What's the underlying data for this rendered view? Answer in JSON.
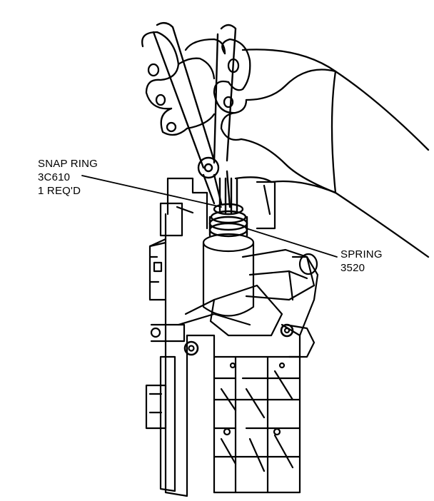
{
  "callouts": {
    "snap_ring": {
      "name": "SNAP RING",
      "part_number": "3C610",
      "quantity": "1 REQ'D"
    },
    "spring": {
      "name": "SPRING",
      "part_number": "3520"
    }
  },
  "colors": {
    "ink": "#000000",
    "paper": "#ffffff"
  }
}
